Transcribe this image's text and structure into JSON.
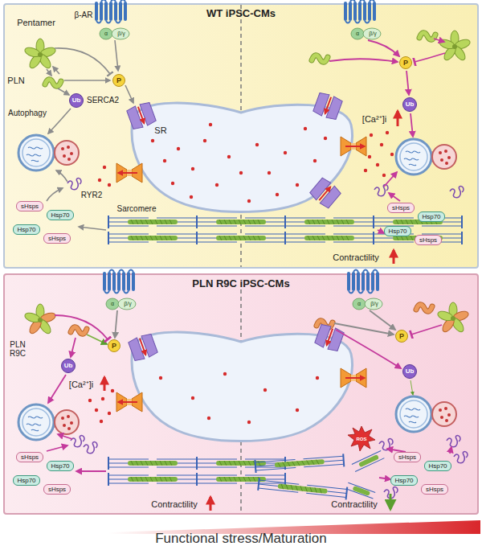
{
  "diagram": {
    "nodes": [
      {
        "text": [
          "WT iPSC-CMs"
        ]
      },
      {
        "text": [
          "P"
        ],
        "in": 0
      },
      {
        "text": [
          "Ub"
        ],
        "in": 0
      },
      {
        "text": [
          "sHsps"
        ],
        "in": 0
      },
      {
        "text": [
          "Hsp70"
        ],
        "in": 0
      },
      {
        "text": [
          "Hsp70"
        ],
        "in": 0
      },
      {
        "text": [
          "sHsps"
        ],
        "in": 0
      },
      {
        "text": [
          "P"
        ],
        "in": 0
      },
      {
        "text": [
          "Ub"
        ],
        "in": 0
      },
      {
        "text": [
          "sHsps"
        ],
        "in": 0
      },
      {
        "text": [
          "Hsp70"
        ],
        "in": 0
      },
      {
        "text": [
          "Hsp70"
        ],
        "in": 0
      },
      {
        "text": [
          "sHsps"
        ],
        "in": 0
      },
      {
        "text": [
          "PLN R9C iPSC-CMs"
        ]
      },
      {
        "text": [
          "P"
        ],
        "in": 13
      },
      {
        "text": [
          "Ub"
        ],
        "in": 13
      },
      {
        "text": [
          "sHsps"
        ],
        "in": 13
      },
      {
        "text": [
          "Hsp70"
        ],
        "in": 13
      },
      {
        "text": [
          "Hsp70"
        ],
        "in": 13
      },
      {
        "text": [
          "sHsps"
        ],
        "in": 13
      },
      {
        "text": [
          "P"
        ],
        "in": 13
      },
      {
        "text": [
          "Ub"
        ],
        "in": 13
      },
      {
        "text": [
          "sHsps"
        ],
        "in": 13
      },
      {
        "text": [
          "Hsp70"
        ],
        "in": 13
      },
      {
        "text": [
          "Hsp70"
        ],
        "in": 13
      },
      {
        "text": [
          "sHsps"
        ],
        "in": 13
      }
    ],
    "labels": [
      "Pentamer",
      "β-AR",
      "α",
      "β/γ",
      "PLN",
      "SERCA2",
      "SR",
      "RYR2",
      "Autophagy",
      "Sarcomere",
      "α",
      "β/γ",
      "[Ca²⁺]i",
      "Contractility",
      "α",
      "β/γ",
      "PLN R9C",
      "[Ca²⁺]i",
      "Contractility",
      "α",
      "β/γ",
      "ROS",
      "Contractility",
      "Functional stress/Maturation"
    ]
  }
}
